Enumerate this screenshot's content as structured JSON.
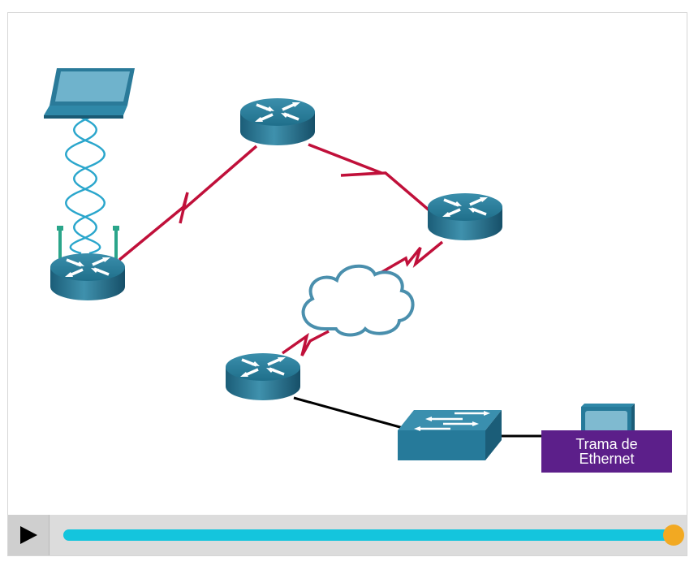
{
  "diagram": {
    "title": "",
    "devices": [
      {
        "id": "laptop",
        "type": "laptop",
        "icon": "laptop-icon"
      },
      {
        "id": "wireless-router",
        "type": "wireless-router",
        "icon": "wireless-router-icon"
      },
      {
        "id": "router-top",
        "type": "router",
        "icon": "router-icon"
      },
      {
        "id": "router-right",
        "type": "router",
        "icon": "router-icon"
      },
      {
        "id": "router-bottom",
        "type": "router",
        "icon": "router-icon"
      },
      {
        "id": "switch",
        "type": "switch",
        "icon": "switch-icon"
      },
      {
        "id": "pc",
        "type": "pc",
        "icon": "pc-icon"
      },
      {
        "id": "cloud",
        "type": "wan-cloud",
        "icon": "cloud-icon"
      }
    ],
    "links": [
      {
        "from": "laptop",
        "to": "wireless-router",
        "type": "wireless"
      },
      {
        "from": "wireless-router",
        "to": "router-top",
        "type": "serial"
      },
      {
        "from": "router-top",
        "to": "router-right",
        "type": "serial"
      },
      {
        "from": "router-right",
        "to": "cloud",
        "type": "serial"
      },
      {
        "from": "cloud",
        "to": "router-bottom",
        "type": "serial"
      },
      {
        "from": "router-bottom",
        "to": "switch",
        "type": "ethernet"
      },
      {
        "from": "switch",
        "to": "pc",
        "type": "ethernet"
      }
    ],
    "colors": {
      "serial_link": "#c0103a",
      "ethernet_link": "#000000",
      "device": "#1f6f8b",
      "wireless": "#2aa6cc",
      "label_bg": "#5c1f8a"
    }
  },
  "frame_label": {
    "line1": "Trama de",
    "line2": "Ethernet"
  },
  "player": {
    "play_icon": "play-icon",
    "progress_percent": 100,
    "track_color": "#14c5dd",
    "thumb_color": "#f2a922"
  }
}
